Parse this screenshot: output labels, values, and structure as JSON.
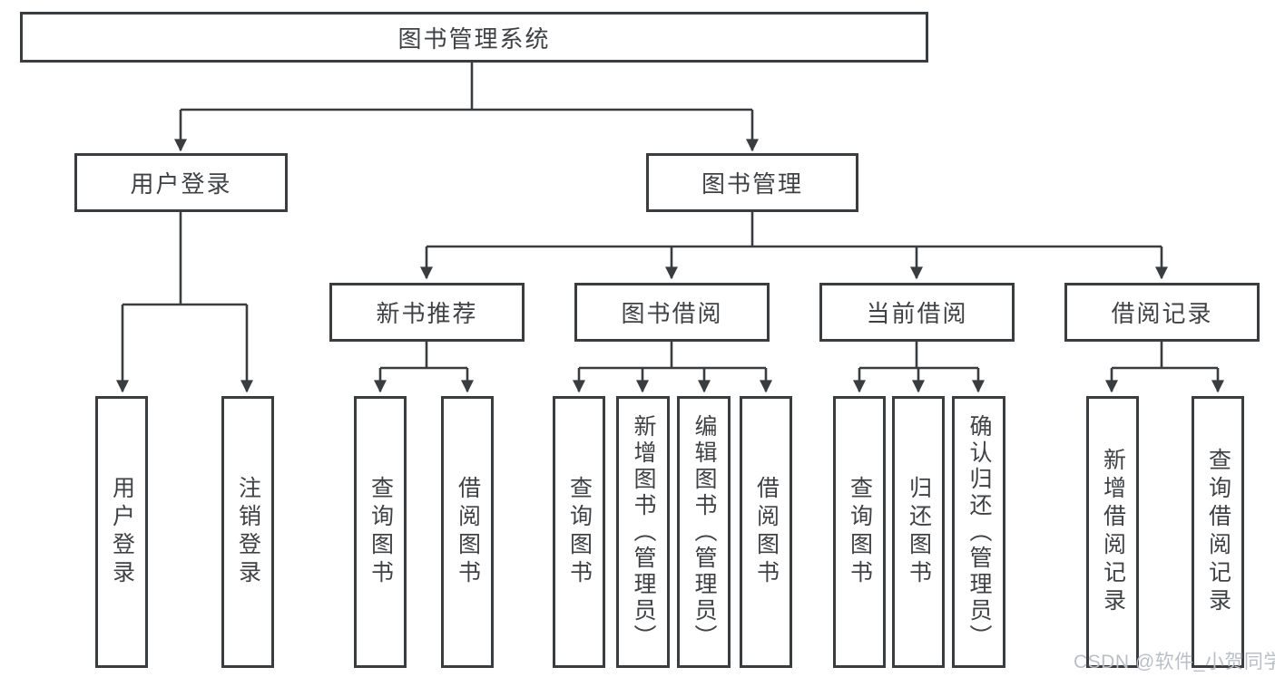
{
  "colors": {
    "line": "#3a3d40",
    "text": "#3f4245",
    "background": "#ffffff",
    "watermark": "#b9bfc9"
  },
  "watermark": "CSDN @软件_小贺同学",
  "tree": {
    "root": "图书管理系统",
    "branches": [
      {
        "label": "用户登录",
        "children": [
          "用户登录",
          "注销登录"
        ]
      },
      {
        "label": "图书管理",
        "subbranches": [
          {
            "label": "新书推荐",
            "children": [
              "查询图书",
              "借阅图书"
            ]
          },
          {
            "label": "图书借阅",
            "children": [
              "查询图书",
              "新增图书（管理员）",
              "编辑图书（管理员）",
              "借阅图书"
            ]
          },
          {
            "label": "当前借阅",
            "children": [
              "查询图书",
              "归还图书",
              "确认归还（管理员）"
            ]
          },
          {
            "label": "借阅记录",
            "children": [
              "新增借阅记录",
              "查询借阅记录"
            ]
          }
        ]
      }
    ]
  }
}
